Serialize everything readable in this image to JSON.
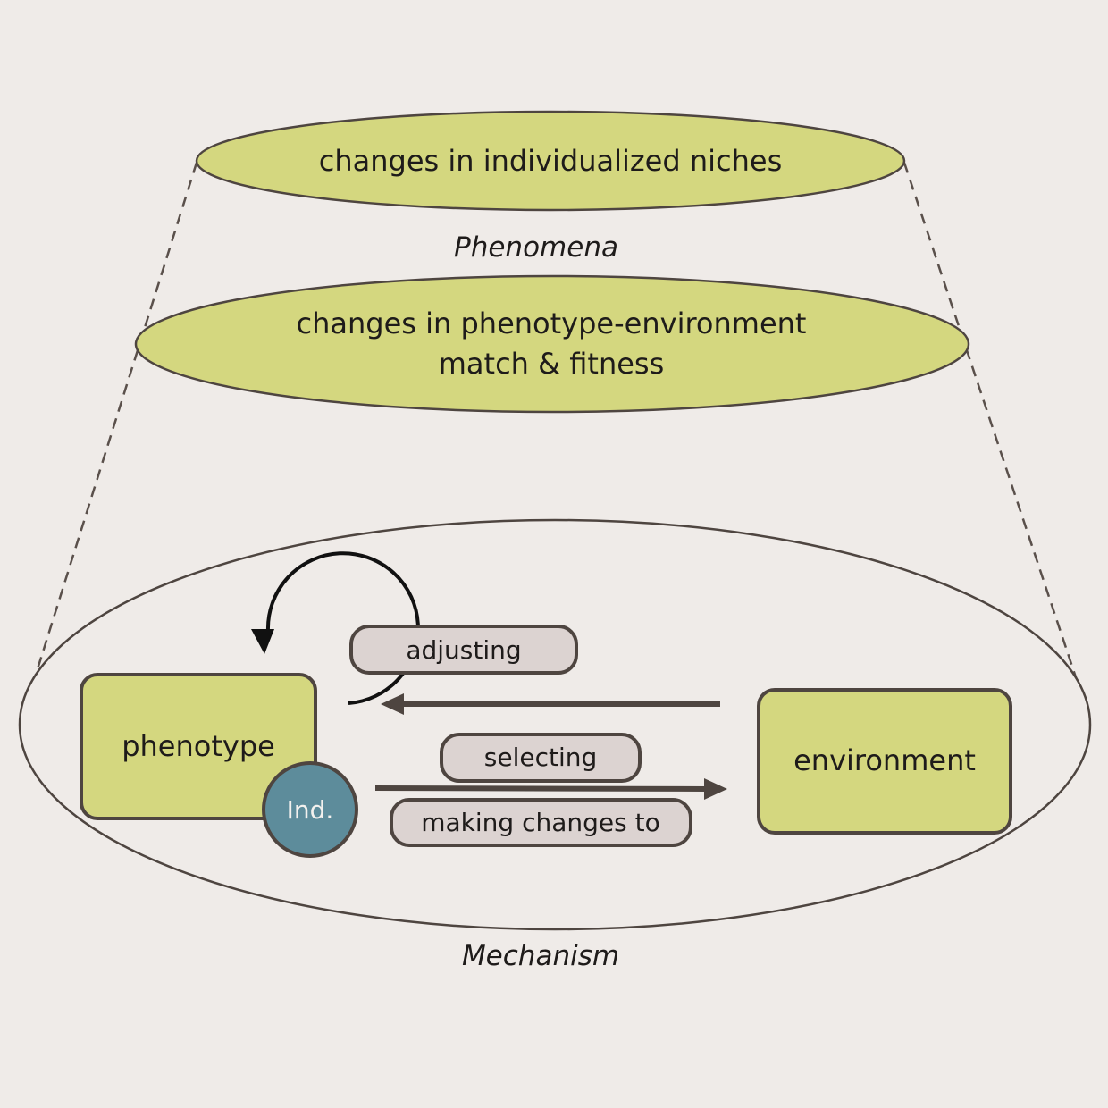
{
  "phenomena": {
    "top_ellipse_label": "changes in individualized niches",
    "section_label": "Phenomena",
    "middle_ellipse_line1": "changes in phenotype-environment",
    "middle_ellipse_line2": "match & fitness"
  },
  "mechanism": {
    "section_label": "Mechanism",
    "phenotype_label": "phenotype",
    "individual_label": "Ind.",
    "environment_label": "environment",
    "actions": {
      "adjusting": "adjusting",
      "selecting": "selecting",
      "making_changes": "making changes to"
    }
  },
  "colors": {
    "background": "#efebe8",
    "olive_fill": "#d4d77f",
    "outline": "#4e4540",
    "pill_fill": "#dcd3d1",
    "individual_fill": "#5d8c9b",
    "arrow": "#4e4540",
    "loop_arrow": "#111111"
  }
}
